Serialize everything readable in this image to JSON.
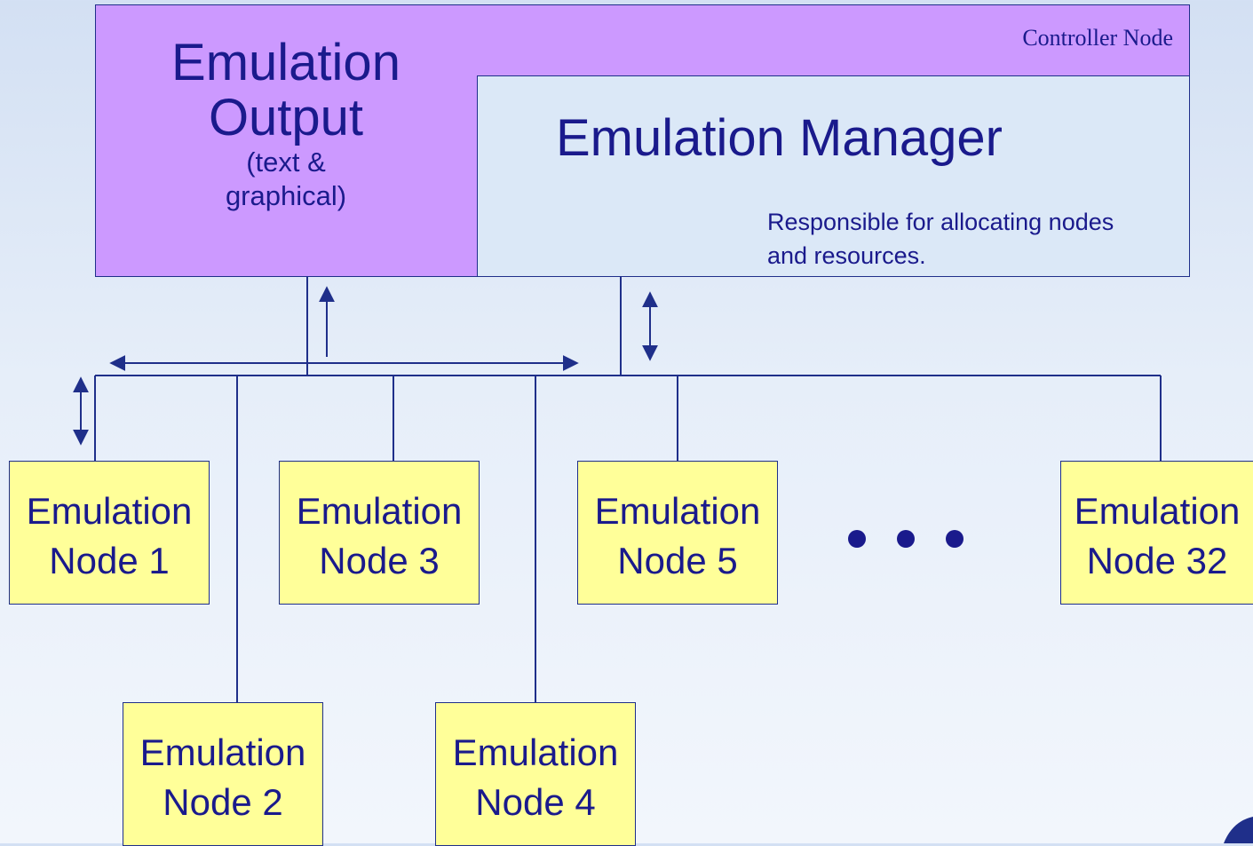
{
  "controller": {
    "label": "Controller Node",
    "output": {
      "line1": "Emulation",
      "line2": "Output",
      "line3": "(text &",
      "line4": "graphical)"
    },
    "manager": {
      "title": "Emulation Manager",
      "desc_line1": "Responsible for allocating nodes",
      "desc_line2": "and resources."
    }
  },
  "nodes": [
    {
      "line1": "Emulation",
      "line2": "Node 1"
    },
    {
      "line1": "Emulation",
      "line2": "Node 2"
    },
    {
      "line1": "Emulation",
      "line2": "Node 3"
    },
    {
      "line1": "Emulation",
      "line2": "Node 4"
    },
    {
      "line1": "Emulation",
      "line2": "Node 5"
    },
    {
      "line1": "Emulation",
      "line2": "Node 32"
    }
  ],
  "colors": {
    "controller": "#cc99ff",
    "manager": "#dbe8f7",
    "node": "#ffff99",
    "line": "#1f2f8a",
    "text": "#1a1a8c"
  }
}
